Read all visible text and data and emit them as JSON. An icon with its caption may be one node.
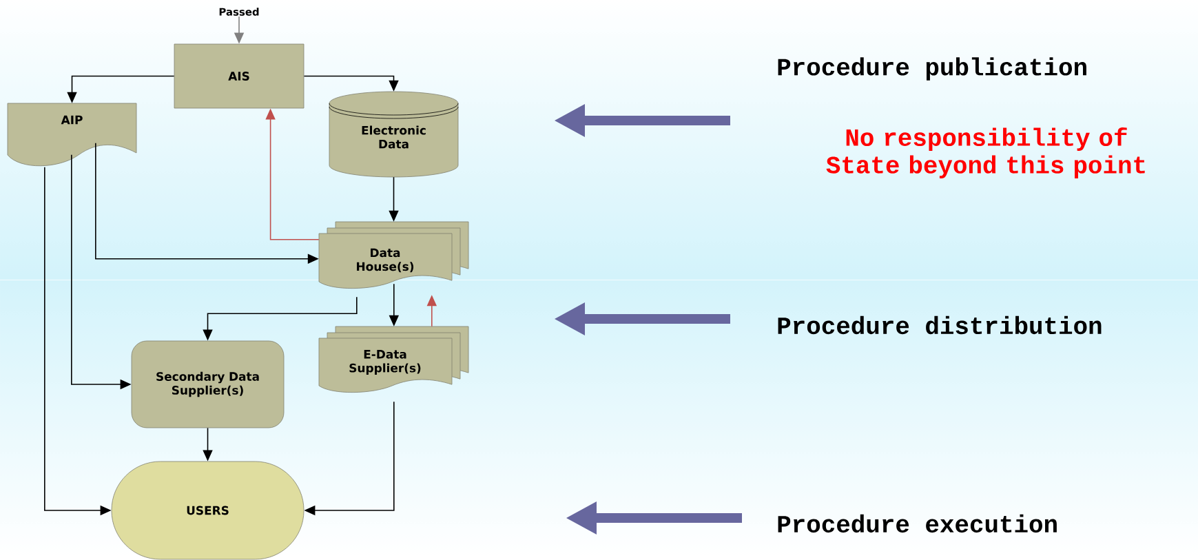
{
  "diagram": {
    "nodes": [
      {
        "text": [
          "Passed"
        ]
      },
      {
        "text": [
          "AIS"
        ]
      },
      {
        "text": [
          "AIP"
        ]
      },
      {
        "text": [
          "Electronic Data"
        ]
      },
      {
        "text": [
          "Data House(s)"
        ]
      },
      {
        "text": [
          "Secondary Data Supplier(s)"
        ]
      },
      {
        "text": [
          "E-Data Supplier(s)"
        ]
      },
      {
        "text": [
          "USERS"
        ]
      }
    ],
    "edges": [
      {
        "from": 0,
        "to": 1,
        "arrow": "to",
        "color": "#808080"
      },
      {
        "from": 1,
        "to": 2,
        "arrow": "to"
      },
      {
        "from": 1,
        "to": 3,
        "arrow": "to"
      },
      {
        "from": 3,
        "to": 4,
        "arrow": "to"
      },
      {
        "from": 4,
        "to": 1,
        "arrow": "to",
        "color": "#c0504d"
      },
      {
        "from": 2,
        "to": 4,
        "arrow": "to"
      },
      {
        "from": 4,
        "to": 5,
        "arrow": "to"
      },
      {
        "from": 2,
        "to": 5,
        "arrow": "to"
      },
      {
        "from": 2,
        "to": 7,
        "arrow": "to"
      },
      {
        "from": 4,
        "to": 6,
        "arrow": "to"
      },
      {
        "from": 6,
        "to": 4,
        "arrow": "to",
        "color": "#c0504d"
      },
      {
        "from": 5,
        "to": 7,
        "arrow": "to"
      },
      {
        "from": 6,
        "to": 7,
        "arrow": "to"
      }
    ],
    "labels": [
      "Procedure publication",
      "No responsibility of State beyond this point",
      "Procedure distribution",
      "Procedure execution"
    ]
  }
}
